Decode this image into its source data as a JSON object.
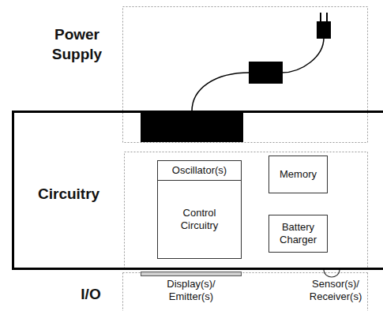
{
  "diagram": {
    "nodes": [
      {
        "text": [
          "Circuitry"
        ]
      },
      {
        "text": [
          "Oscillator(s)"
        ],
        "in": 0
      },
      {
        "text": [
          "Control Circuitry"
        ],
        "in": 0
      },
      {
        "text": [
          "Memory"
        ],
        "in": 0
      },
      {
        "text": [
          "Battery Charger"
        ],
        "in": 0
      }
    ],
    "labels": [
      "Power Supply",
      "I/O",
      "Display(s)/ Emitter(s)",
      "Sensor(s)/ Receiver(s)"
    ]
  }
}
